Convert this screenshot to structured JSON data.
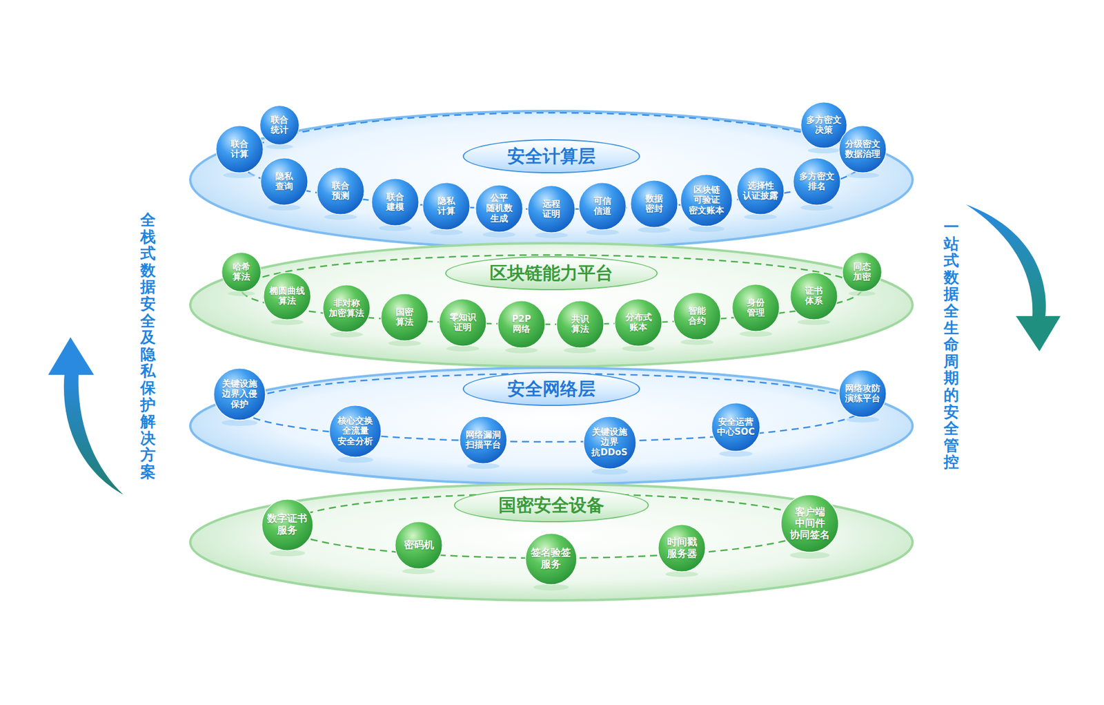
{
  "diagram": {
    "nodes": [
      {
        "text": [
          "安全计算层"
        ]
      },
      {
        "text": [
          "联合 统计"
        ],
        "in": 0
      },
      {
        "text": [
          "联合 计算"
        ],
        "in": 0
      },
      {
        "text": [
          "隐私 查询"
        ],
        "in": 0
      },
      {
        "text": [
          "联合 预测"
        ],
        "in": 0
      },
      {
        "text": [
          "联合 建模"
        ],
        "in": 0
      },
      {
        "text": [
          "隐私 计算"
        ],
        "in": 0
      },
      {
        "text": [
          "公平 随机数 生成"
        ],
        "in": 0
      },
      {
        "text": [
          "远程 证明"
        ],
        "in": 0
      },
      {
        "text": [
          "可信 信道"
        ],
        "in": 0
      },
      {
        "text": [
          "数据 密封"
        ],
        "in": 0
      },
      {
        "text": [
          "区块链 可验证 密文账本"
        ],
        "in": 0
      },
      {
        "text": [
          "选择性 认证披露"
        ],
        "in": 0
      },
      {
        "text": [
          "多方密文 排名"
        ],
        "in": 0
      },
      {
        "text": [
          "多方密文 决策"
        ],
        "in": 0
      },
      {
        "text": [
          "分级密文 数据治理"
        ],
        "in": 0
      },
      {
        "text": [
          "区块链能力平台"
        ]
      },
      {
        "text": [
          "哈希 算法"
        ],
        "in": 16
      },
      {
        "text": [
          "椭圆曲线 算法"
        ],
        "in": 16
      },
      {
        "text": [
          "非对称 加密算法"
        ],
        "in": 16
      },
      {
        "text": [
          "国密 算法"
        ],
        "in": 16
      },
      {
        "text": [
          "零知识 证明"
        ],
        "in": 16
      },
      {
        "text": [
          "P2P 网络"
        ],
        "in": 16
      },
      {
        "text": [
          "共识 算法"
        ],
        "in": 16
      },
      {
        "text": [
          "分布式 账本"
        ],
        "in": 16
      },
      {
        "text": [
          "智能 合约"
        ],
        "in": 16
      },
      {
        "text": [
          "身份 管理"
        ],
        "in": 16
      },
      {
        "text": [
          "证书 体系"
        ],
        "in": 16
      },
      {
        "text": [
          "同态 加密"
        ],
        "in": 16
      },
      {
        "text": [
          "安全网络层"
        ]
      },
      {
        "text": [
          "关键设施 边界入侵 保护"
        ],
        "in": 29
      },
      {
        "text": [
          "核心交换 全流量 安全分析"
        ],
        "in": 29
      },
      {
        "text": [
          "网络漏洞 扫描平台"
        ],
        "in": 29
      },
      {
        "text": [
          "关键设施 边界 抗DDoS"
        ],
        "in": 29
      },
      {
        "text": [
          "安全运营 中心SOC"
        ],
        "in": 29
      },
      {
        "text": [
          "网络攻防 演练平台"
        ],
        "in": 29
      },
      {
        "text": [
          "国密安全设备"
        ]
      },
      {
        "text": [
          "数字证书 服务"
        ],
        "in": 36
      },
      {
        "text": [
          "密码机"
        ],
        "in": 36
      },
      {
        "text": [
          "签名验签 服务"
        ],
        "in": 36
      },
      {
        "text": [
          "时间戳 服务器"
        ],
        "in": 36
      },
      {
        "text": [
          "客户端 中间件 协同签名"
        ],
        "in": 36
      }
    ],
    "labels": [
      "全栈式数据安全及隐私保护解决方案",
      "一站式数据全生命周期的安全管控"
    ]
  }
}
